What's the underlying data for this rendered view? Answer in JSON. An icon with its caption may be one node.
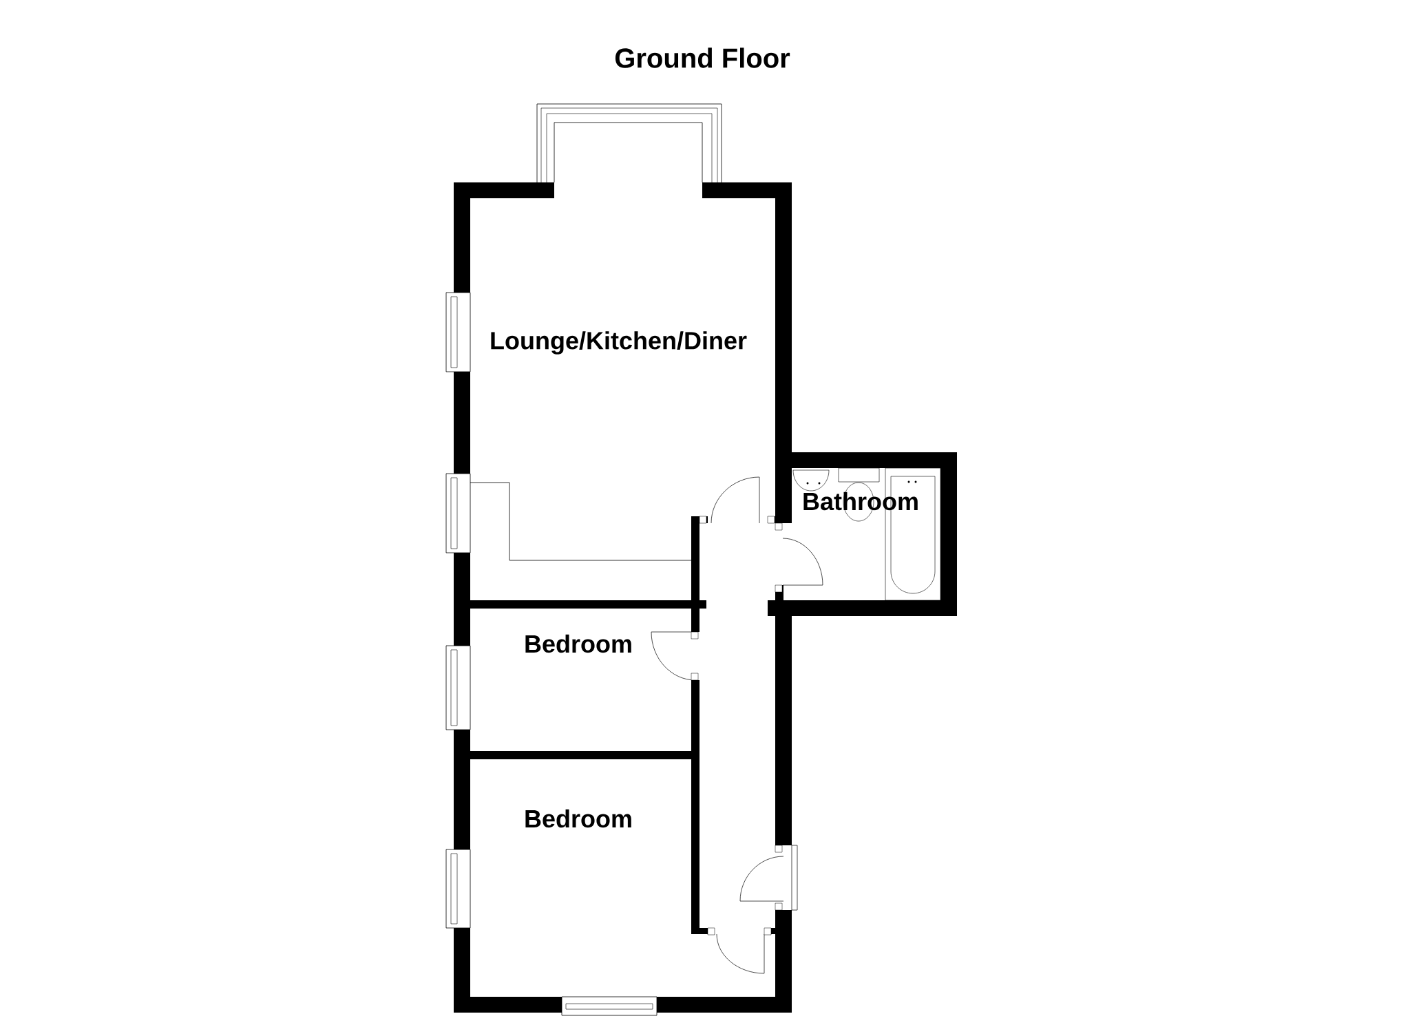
{
  "diagram": {
    "title": "Ground Floor",
    "nodes": [
      {
        "text": [
          "Lounge/Kitchen/Diner"
        ]
      },
      {
        "text": [
          "Bathroom"
        ]
      },
      {
        "text": [
          "Bedroom"
        ]
      },
      {
        "text": [
          "Bedroom"
        ]
      }
    ]
  }
}
